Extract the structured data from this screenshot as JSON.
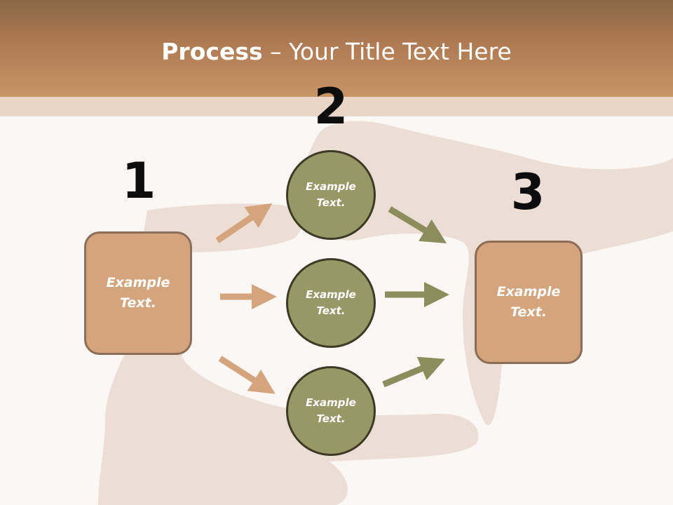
{
  "title": {
    "bold": "Process",
    "rest": " – Your Title Text Here"
  },
  "steps": [
    "1",
    "2",
    "3"
  ],
  "left_box": "Example Text.",
  "right_box": "Example Text.",
  "circles": [
    "Example Text.",
    "Example Text.",
    "Example Text."
  ],
  "colors": {
    "box_fill": "#d4a47c",
    "circle_fill": "#989866",
    "arrow_tan": "#d4a47c",
    "arrow_olive": "#8c8c5c",
    "header": "#b07a52"
  }
}
